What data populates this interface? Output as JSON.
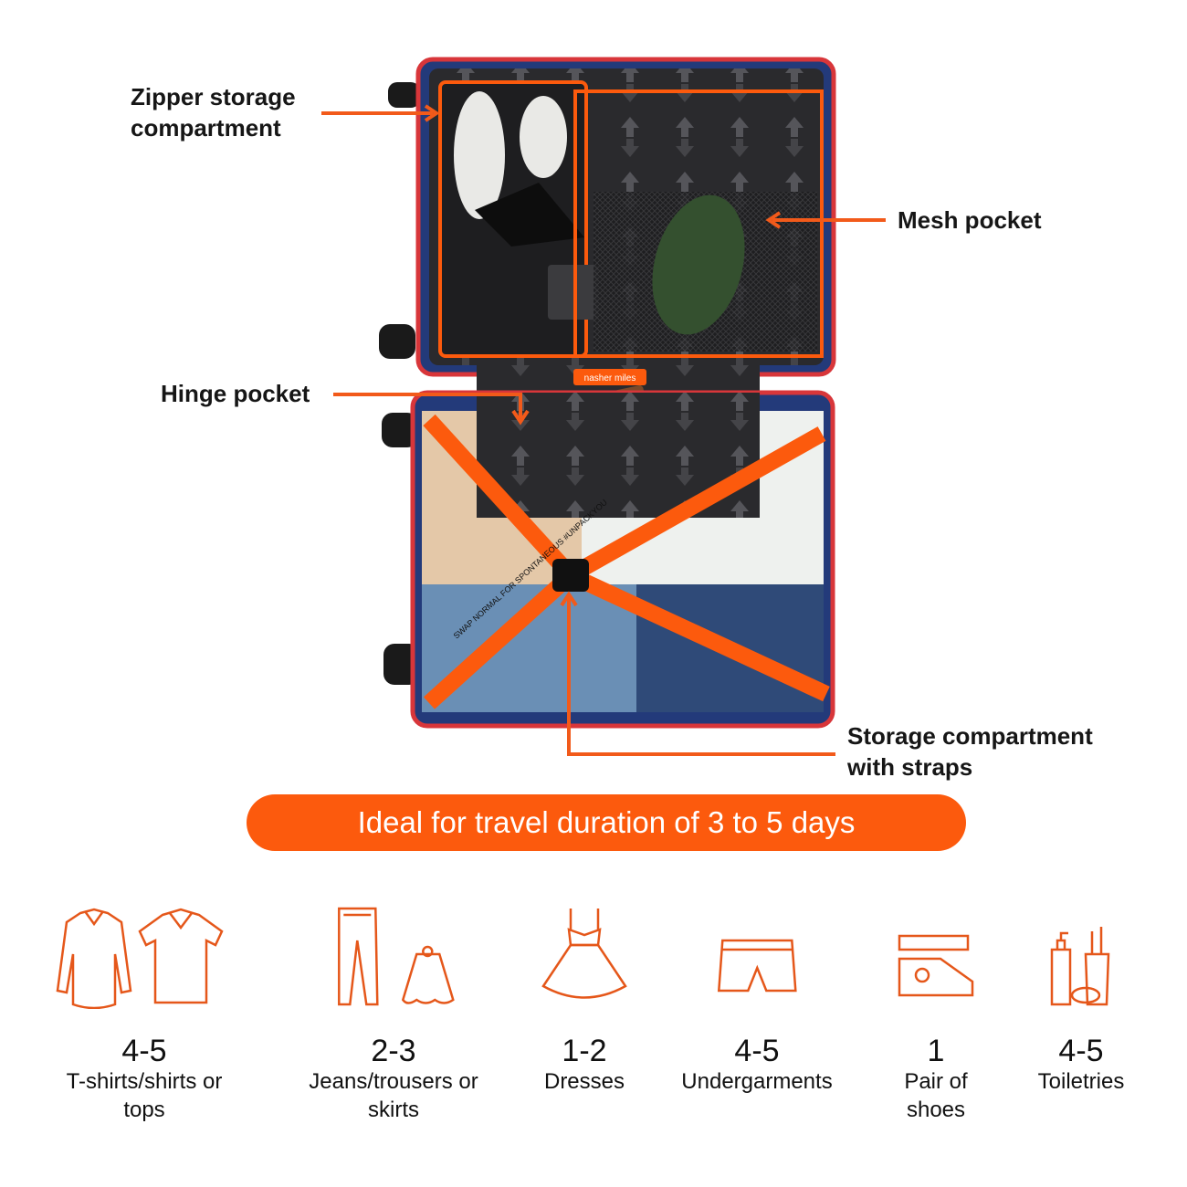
{
  "callouts": {
    "zipper": [
      "Zipper storage",
      "compartment"
    ],
    "mesh": "Mesh pocket",
    "hinge": "Hinge pocket",
    "straps": [
      "Storage compartment",
      "with straps"
    ]
  },
  "product": {
    "brand_tag": "nasher miles",
    "strap_text": "SWAP NORMAL FOR SPONTANEOUS #UNPACKYOU"
  },
  "banner": "Ideal for travel duration of 3 to 5 days",
  "capacity": [
    {
      "count": "4-5",
      "label": [
        "T-shirts/shirts or",
        "tops"
      ],
      "icon": "shirt-tshirt-icon"
    },
    {
      "count": "2-3",
      "label": [
        "Jeans/trousers or",
        "skirts"
      ],
      "icon": "trousers-skirt-icon"
    },
    {
      "count": "1-2",
      "label": [
        "Dresses"
      ],
      "icon": "dress-icon"
    },
    {
      "count": "4-5",
      "label": [
        "Undergarments"
      ],
      "icon": "shorts-icon"
    },
    {
      "count": "1",
      "label": [
        "Pair of",
        "shoes"
      ],
      "icon": "sneaker-icon"
    },
    {
      "count": "4-5",
      "label": [
        "Toiletries"
      ],
      "icon": "toiletries-icon"
    }
  ],
  "colors": {
    "accent": "#fc5a0d",
    "shell": "#d8363a",
    "lining": "#2b2b2e"
  }
}
